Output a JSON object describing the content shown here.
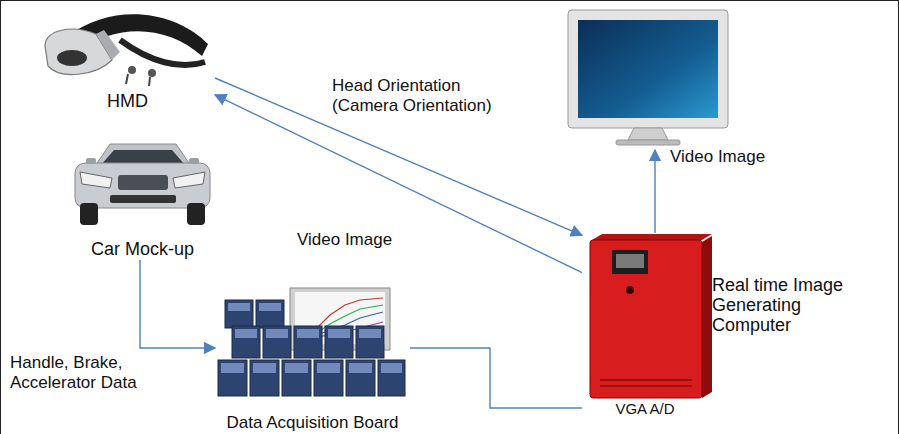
{
  "diagram": {
    "nodes": [
      {
        "text": [
          "HMD"
        ]
      },
      {
        "text": [
          "Car Mock-up"
        ]
      },
      {
        "text": [
          "Data Acquisition Board"
        ]
      },
      {
        "text": [
          "Real time Image Generating Computer",
          "VGA A/D"
        ]
      }
    ],
    "edges": [
      {
        "from": 0,
        "to": 3,
        "arrow": "to",
        "label": "Head Orientation (Camera Orientation)"
      },
      {
        "from": 3,
        "to": 0,
        "arrow": "to",
        "label": "Video Image"
      },
      {
        "from": 1,
        "to": 2,
        "arrow": "to",
        "label": "Handle, Brake, Accelerator Data"
      },
      {
        "from": 2,
        "to": 3,
        "arrow": "none"
      }
    ],
    "labels": [
      "Video Image"
    ]
  }
}
